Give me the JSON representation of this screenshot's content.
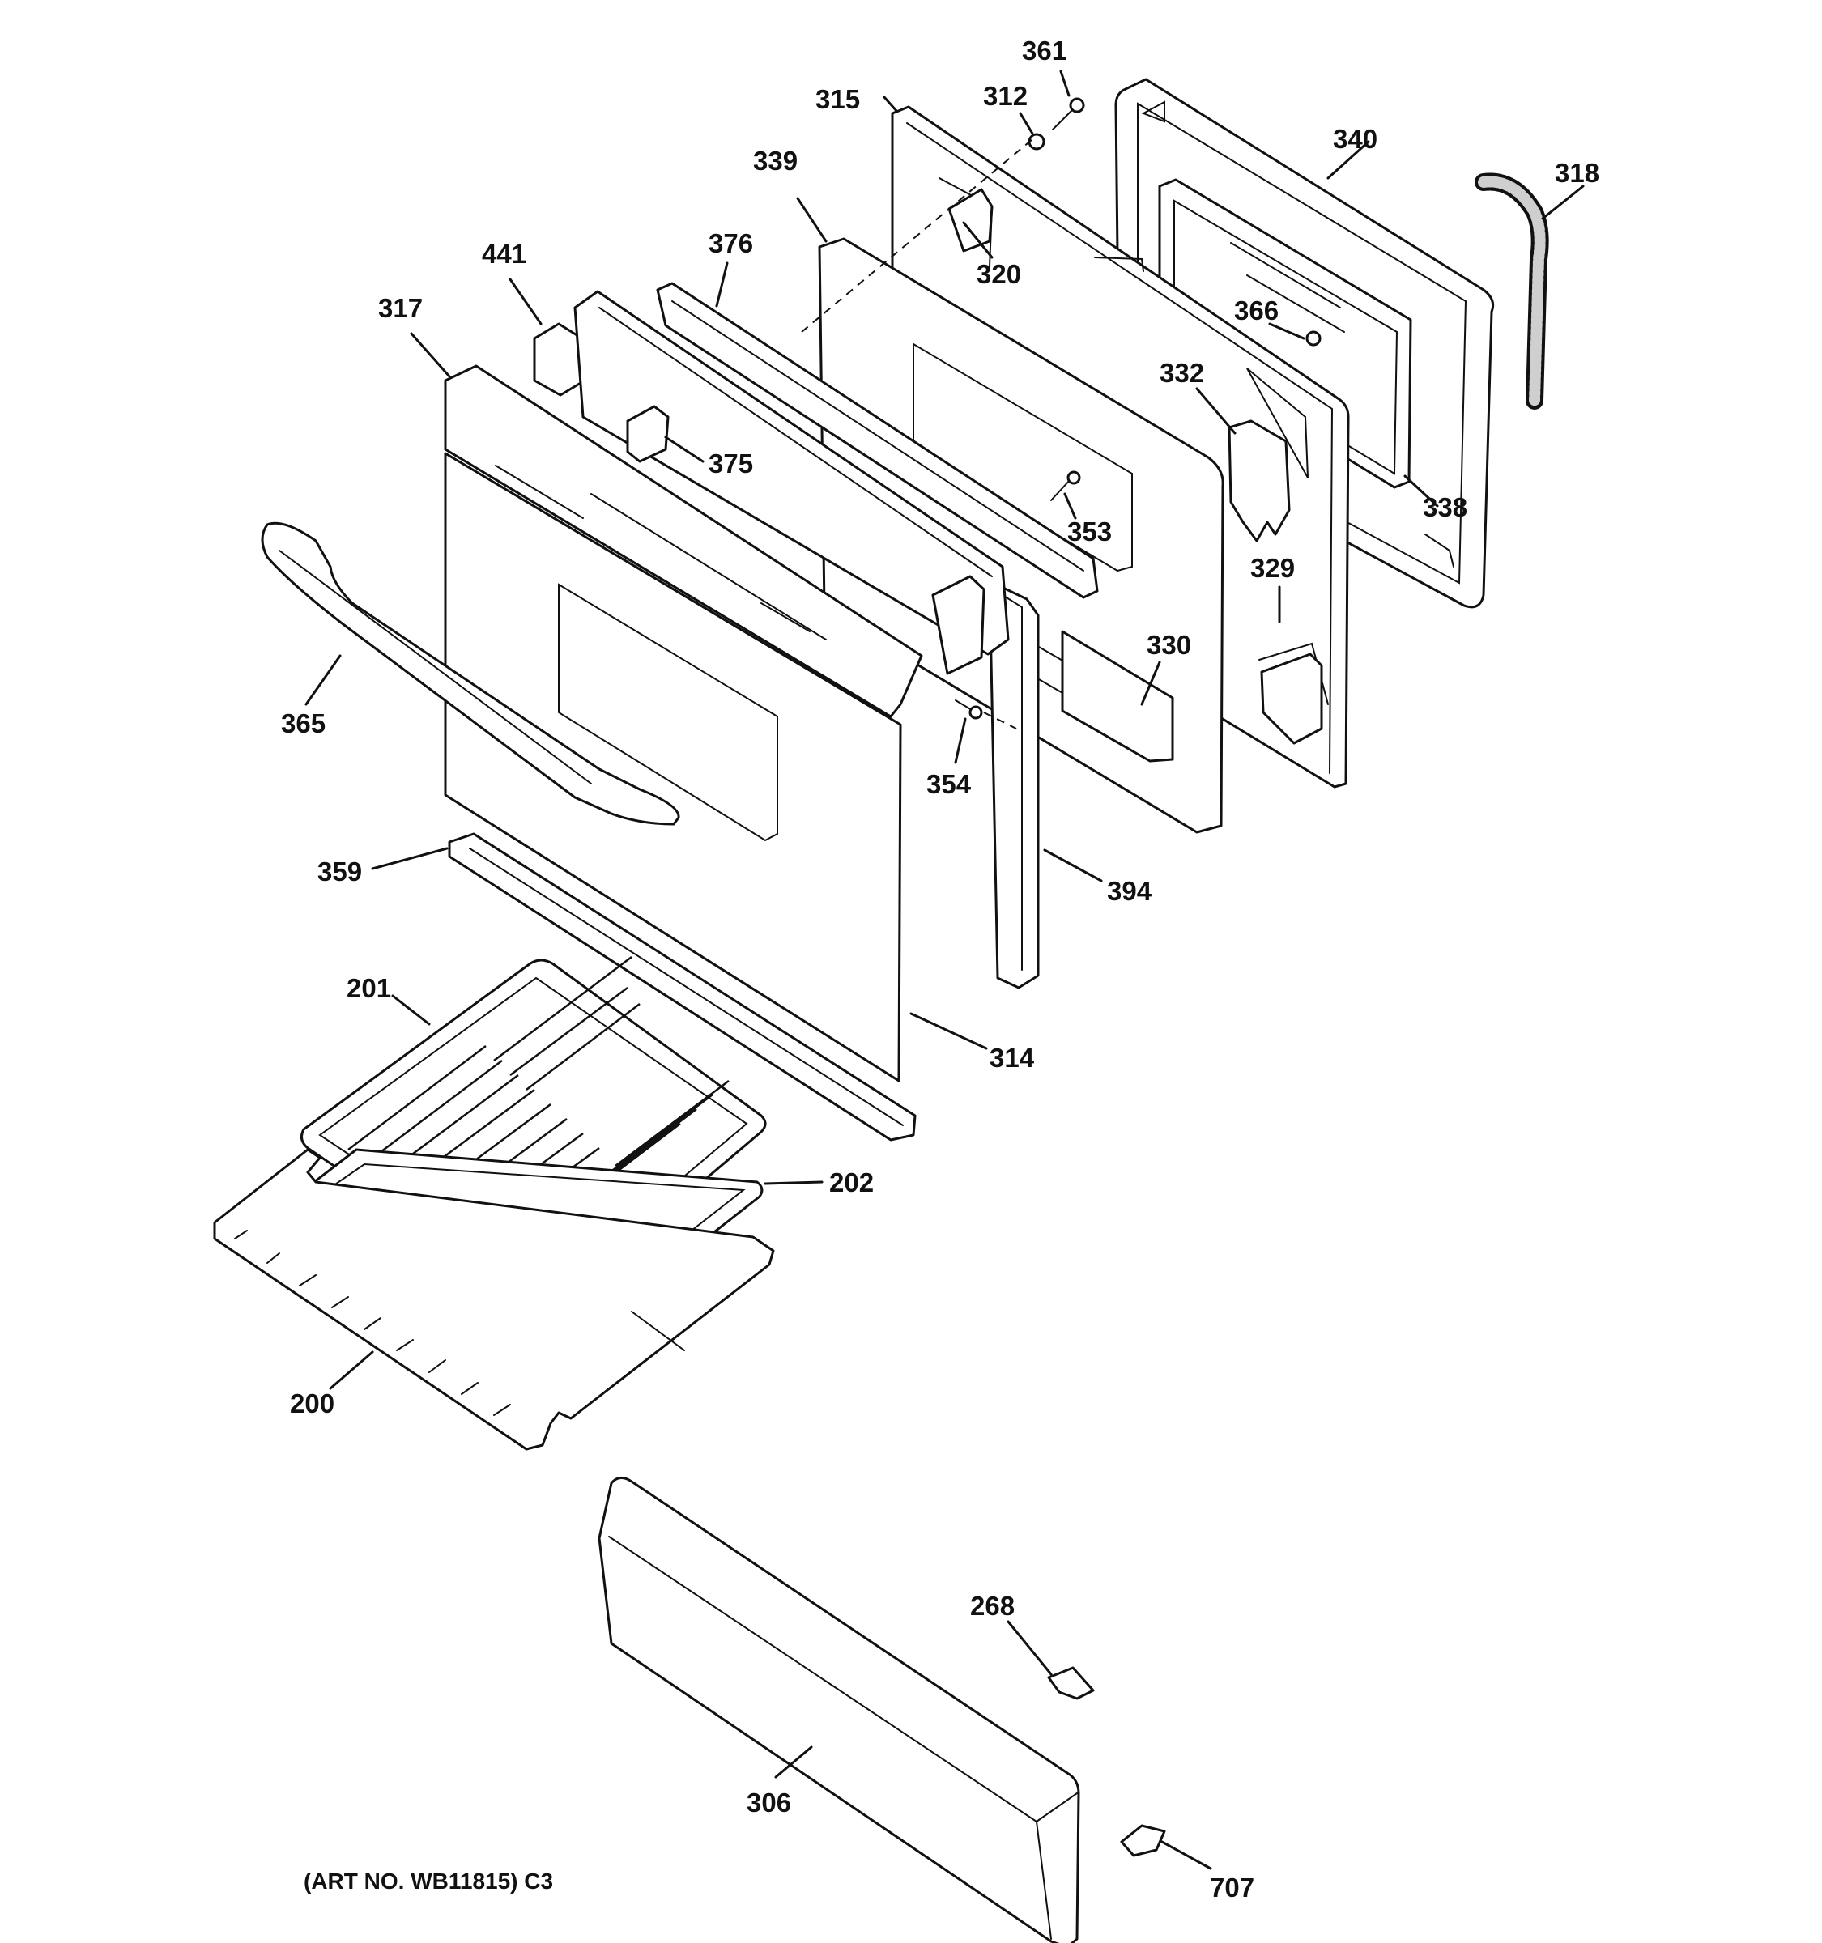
{
  "callouts": {
    "c361": "361",
    "c312": "312",
    "c315": "315",
    "c340": "340",
    "c318": "318",
    "c339": "339",
    "c320": "320",
    "c376": "376",
    "c441": "441",
    "c366": "366",
    "c317": "317",
    "c332": "332",
    "c375": "375",
    "c338": "338",
    "c353": "353",
    "c329": "329",
    "c330": "330",
    "c365": "365",
    "c354": "354",
    "c359": "359",
    "c394": "394",
    "c201": "201",
    "c314": "314",
    "c202": "202",
    "c200": "200",
    "c268": "268",
    "c306": "306",
    "c707": "707"
  },
  "art_number": "(ART NO. WB11815) C3"
}
